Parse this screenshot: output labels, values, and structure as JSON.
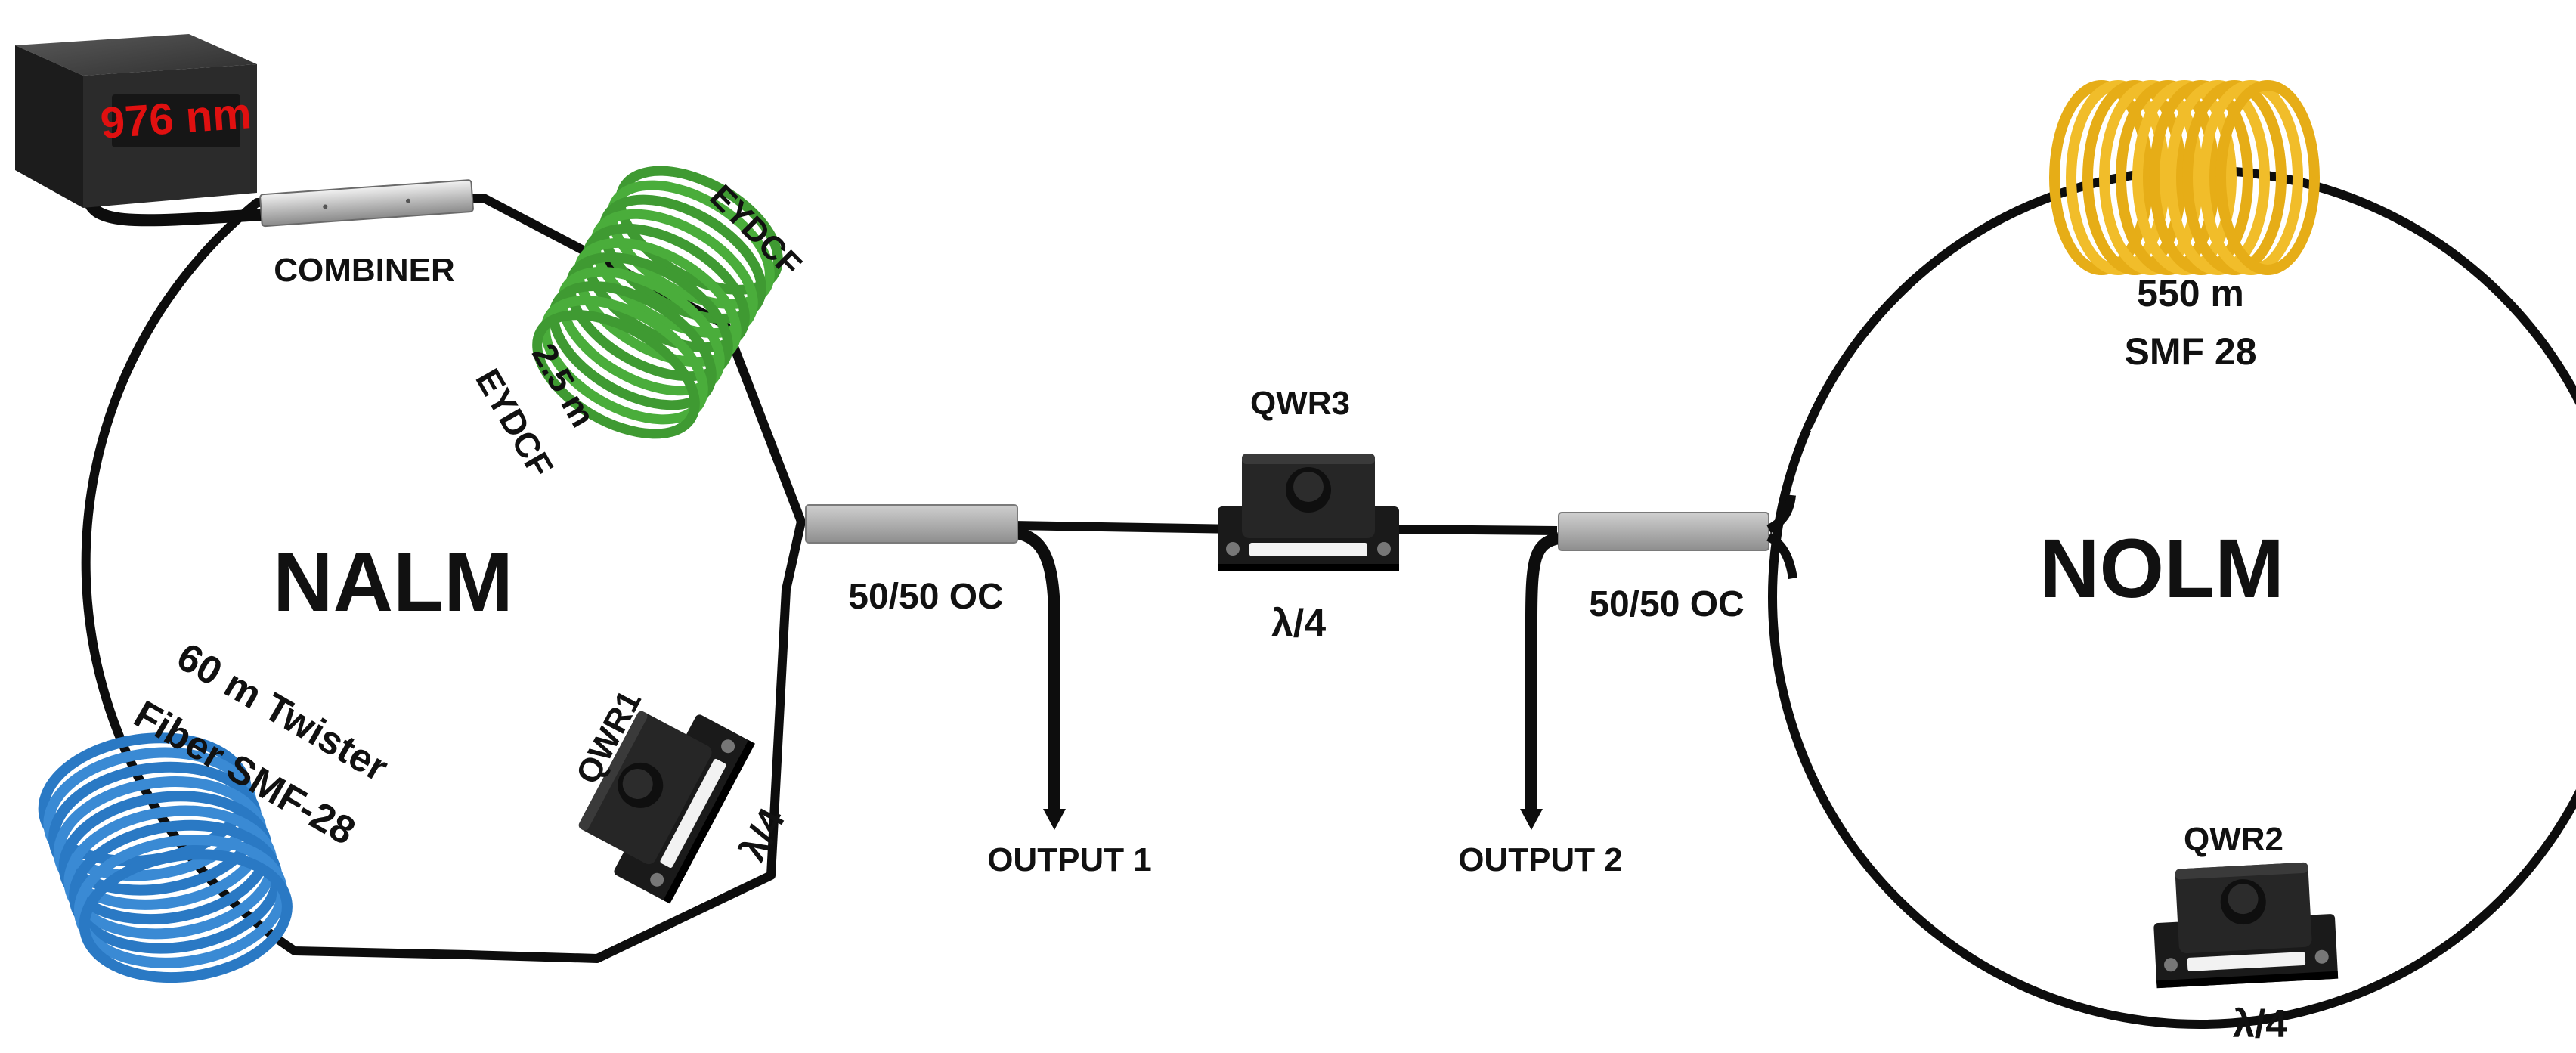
{
  "source": {
    "wavelength_label": "976 nm"
  },
  "labels": {
    "combiner": "COMBINER",
    "eydcf_top": "EYDCF",
    "eydcf_length": "2.5 m",
    "eydcf_name": "EYDCF",
    "nalm": "NALM",
    "twister_line1": "60 m  Twister",
    "twister_line2": "Fiber  SMF-28",
    "qwr1": "QWR1",
    "qwr1_lambda": "λ/4",
    "oc_left": "50/50 OC",
    "qwr3": "QWR3",
    "qwr3_lambda": "λ/4",
    "output1": "OUTPUT 1",
    "output2": "OUTPUT 2",
    "oc_right": "50/50 OC",
    "smf_length": "550 m",
    "smf_name": "SMF 28",
    "nolm": "NOLM",
    "qwr2": "QWR2",
    "qwr2_lambda": "λ/4"
  },
  "colors": {
    "fiber": "#0d0d0d",
    "eydcf_coil": "#3f9a32",
    "twister_coil": "#2a79c4",
    "smf_coil": "#e6ad17",
    "coupler": "#a6a6a6",
    "source_display": "#e01010"
  }
}
